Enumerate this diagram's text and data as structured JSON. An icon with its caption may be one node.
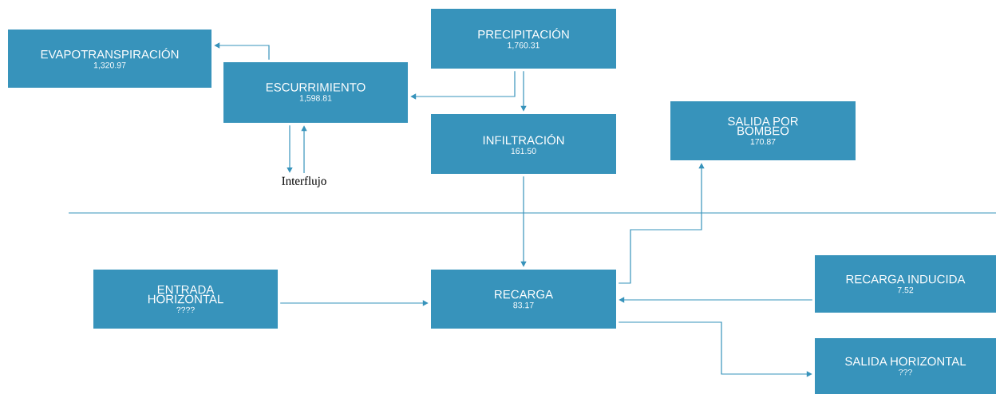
{
  "diagram": {
    "nodes": [
      {
        "text": [
          "PRECIPITACIÓN",
          "1,760.31"
        ]
      },
      {
        "text": [
          "EVAPOTRANSPIRACIÓN",
          "1,320.97"
        ]
      },
      {
        "text": [
          "ESCURRIMIENTO",
          "1,598.81"
        ]
      },
      {
        "text": [
          "INFILTRACIÓN",
          "161.50"
        ]
      },
      {
        "text": [
          "SALIDA POR BOMBEO",
          "170.87"
        ]
      },
      {
        "text": [
          "Interflujo"
        ]
      },
      {
        "text": [
          "ENTRADA HORIZONTAL",
          "????"
        ]
      },
      {
        "text": [
          "RECARGA",
          "83.17"
        ]
      },
      {
        "text": [
          "RECARGA INDUCIDA",
          "7.52"
        ]
      },
      {
        "text": [
          "SALIDA HORIZONTAL",
          "???"
        ]
      }
    ],
    "edges": [
      {
        "from": 0,
        "to": 2,
        "arrow": "to"
      },
      {
        "from": 0,
        "to": 3,
        "arrow": "to"
      },
      {
        "from": 2,
        "to": 1,
        "arrow": "to"
      },
      {
        "from": 2,
        "to": 5,
        "arrow": "to"
      },
      {
        "from": 5,
        "to": 2,
        "arrow": "to"
      },
      {
        "from": 3,
        "to": 7,
        "arrow": "to"
      },
      {
        "from": 6,
        "to": 7,
        "arrow": "to"
      },
      {
        "from": 7,
        "to": 4,
        "arrow": "to"
      },
      {
        "from": 8,
        "to": 7,
        "arrow": "to"
      },
      {
        "from": 7,
        "to": 9,
        "arrow": "to"
      }
    ]
  }
}
